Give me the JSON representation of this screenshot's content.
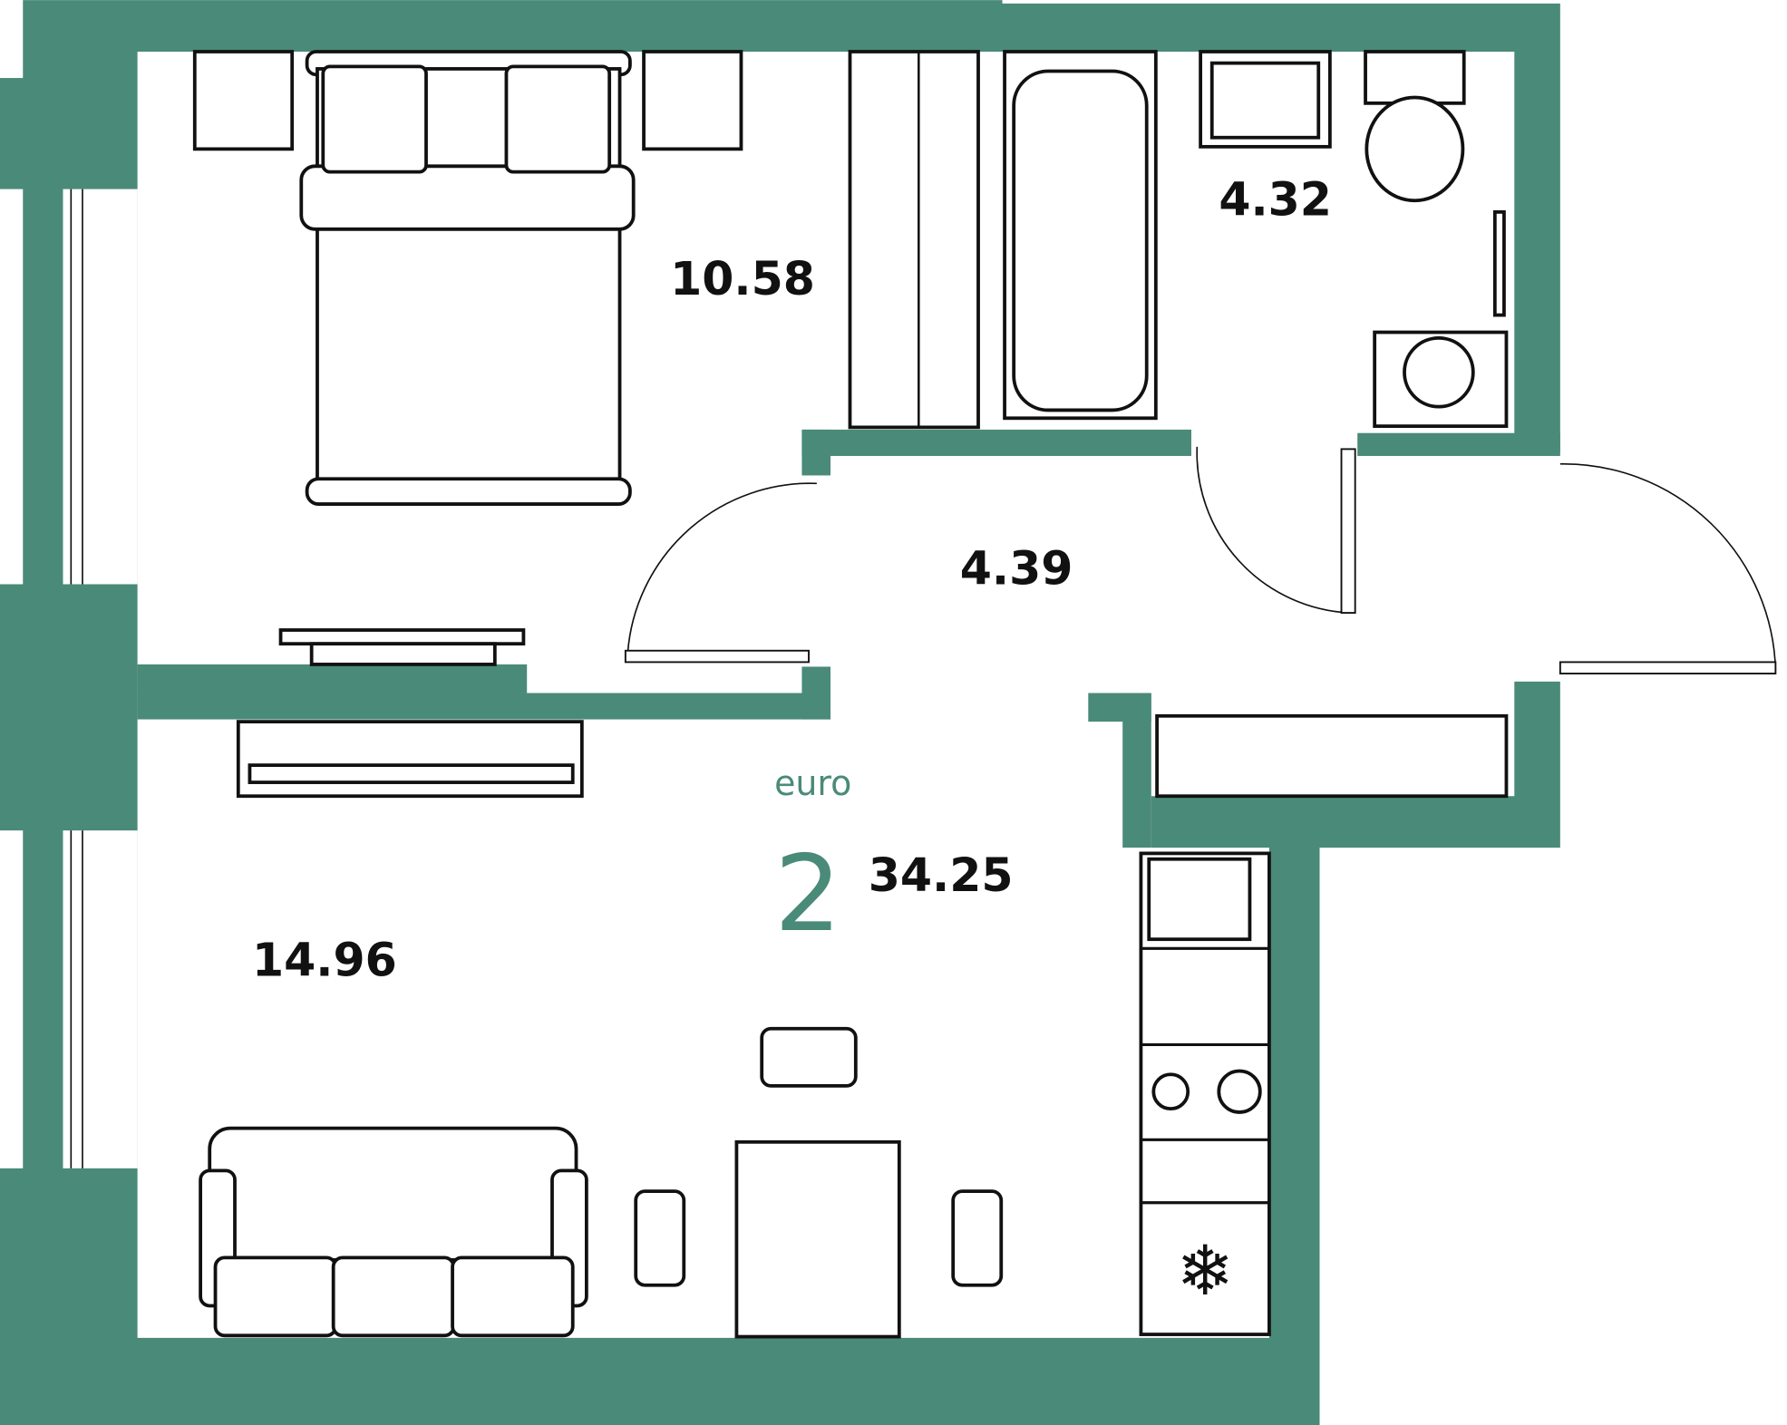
{
  "plan": {
    "type_label": "euro",
    "rooms_count": "2",
    "total_area": "34.25",
    "wall_color": "#4a8a78",
    "rooms": [
      {
        "name": "bedroom",
        "area": "10.58"
      },
      {
        "name": "bathroom",
        "area": "4.32"
      },
      {
        "name": "hallway",
        "area": "4.39"
      },
      {
        "name": "living-kitchen",
        "area": "14.96"
      }
    ]
  }
}
